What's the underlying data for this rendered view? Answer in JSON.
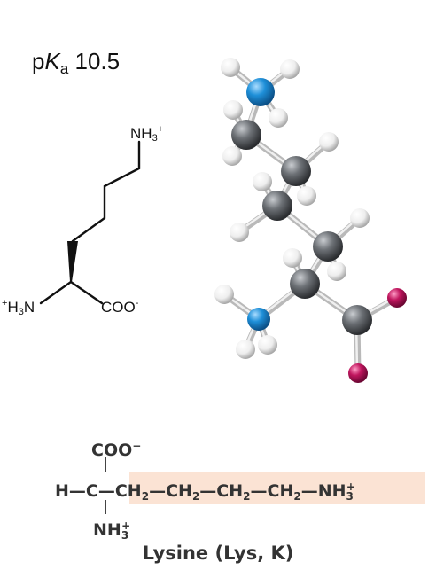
{
  "pka": {
    "prefix": "p",
    "K": "K",
    "sub": "a",
    "value": "10.5"
  },
  "skeletal": {
    "nh3_top": {
      "main": "NH",
      "sub": "3",
      "sup": "+"
    },
    "alpha_amine": {
      "pre": "+",
      "main": "H",
      "sub": "3",
      "tail": "N"
    },
    "carboxylate": {
      "main": "COO",
      "sup": "-"
    }
  },
  "formula": {
    "coo": {
      "main": "COO",
      "sup": "−"
    },
    "h": "H",
    "dash": "—",
    "c": "C",
    "chain": [
      {
        "main": "CH",
        "sub": "2"
      },
      {
        "main": "CH",
        "sub": "2"
      },
      {
        "main": "CH",
        "sub": "2"
      },
      {
        "main": "CH",
        "sub": "2"
      }
    ],
    "nh3_end": {
      "main": "NH",
      "sub": "3",
      "sup": "+"
    },
    "nh3_bottom": {
      "main": "NH",
      "sub": "3",
      "sup": "+"
    }
  },
  "name": "Lysine (Lys, K)",
  "colors": {
    "carbon": "#55595e",
    "nitrogen": "#1e8fd8",
    "oxygen": "#c0165e",
    "hydrogen": "#f2f2f2",
    "highlight": "#fbe3d4"
  }
}
